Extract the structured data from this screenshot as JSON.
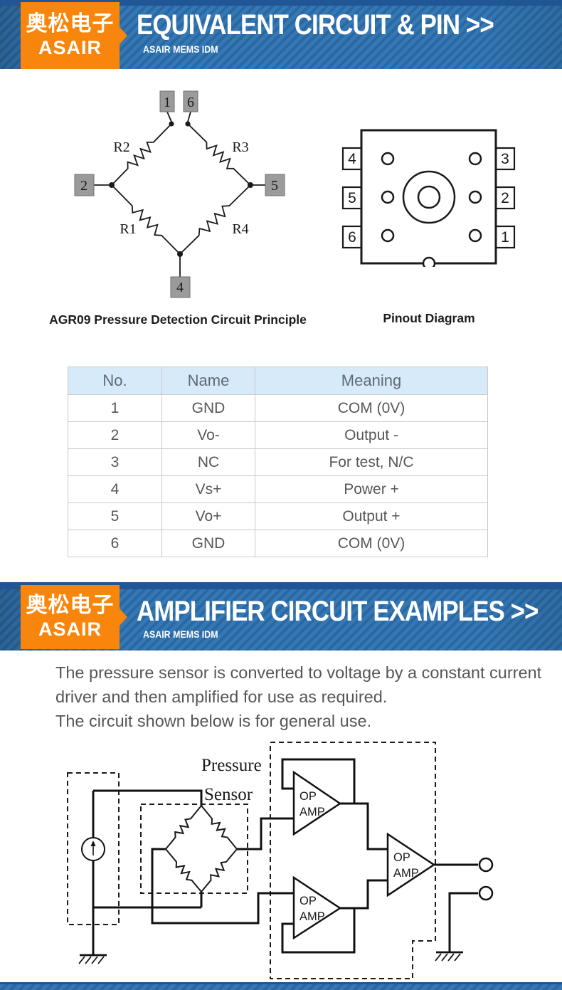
{
  "brand": {
    "name_cn": "奥松电子",
    "name_en": "ASAIR",
    "tagline": "ASAIR MEMS IDM"
  },
  "colors": {
    "banner_blue": "#2e71ad",
    "banner_stripe_dark": "#2b68a3",
    "banner_top_stripe": "#1f5693",
    "brand_orange": "#f8860d",
    "table_header_bg": "#d7eaf9",
    "table_border": "#c9c9c9",
    "body_text_gray": "#56575b",
    "diagram_ink": "#1a1a1a",
    "pin_box_gray": "#9b9b9b"
  },
  "section1": {
    "title": "EQUIVALENT CIRCUIT & PIN  >>",
    "caption_left": "AGR09 Pressure Detection Circuit Principle",
    "caption_right": "Pinout Diagram",
    "bridge": {
      "pin_boxes": [
        "1",
        "6",
        "2",
        "5",
        "4"
      ],
      "resistors": [
        "R2",
        "R3",
        "R1",
        "R4"
      ]
    },
    "pinout": {
      "left_pins": [
        "4",
        "5",
        "6"
      ],
      "right_pins": [
        "3",
        "2",
        "1"
      ]
    },
    "pin_table": {
      "headers": [
        "No.",
        "Name",
        "Meaning"
      ],
      "rows": [
        [
          "1",
          "GND",
          "COM (0V)"
        ],
        [
          "2",
          "Vo-",
          "Output -"
        ],
        [
          "3",
          "NC",
          "For test, N/C"
        ],
        [
          "4",
          "Vs+",
          "Power +"
        ],
        [
          "5",
          "Vo+",
          "Output +"
        ],
        [
          "6",
          "GND",
          "COM (0V)"
        ]
      ]
    }
  },
  "section2": {
    "title": "AMPLIFIER CIRCUIT EXAMPLES >>",
    "paragraph_lines": [
      "The pressure sensor is converted to voltage by a constant current",
      "driver and then amplified for use as required.",
      "The circuit shown below is for general use."
    ],
    "diagram": {
      "sensor_label_line1": "Pressure",
      "sensor_label_line2": "Sensor",
      "opamp_line1": "OP",
      "opamp_line2": "AMP"
    }
  }
}
